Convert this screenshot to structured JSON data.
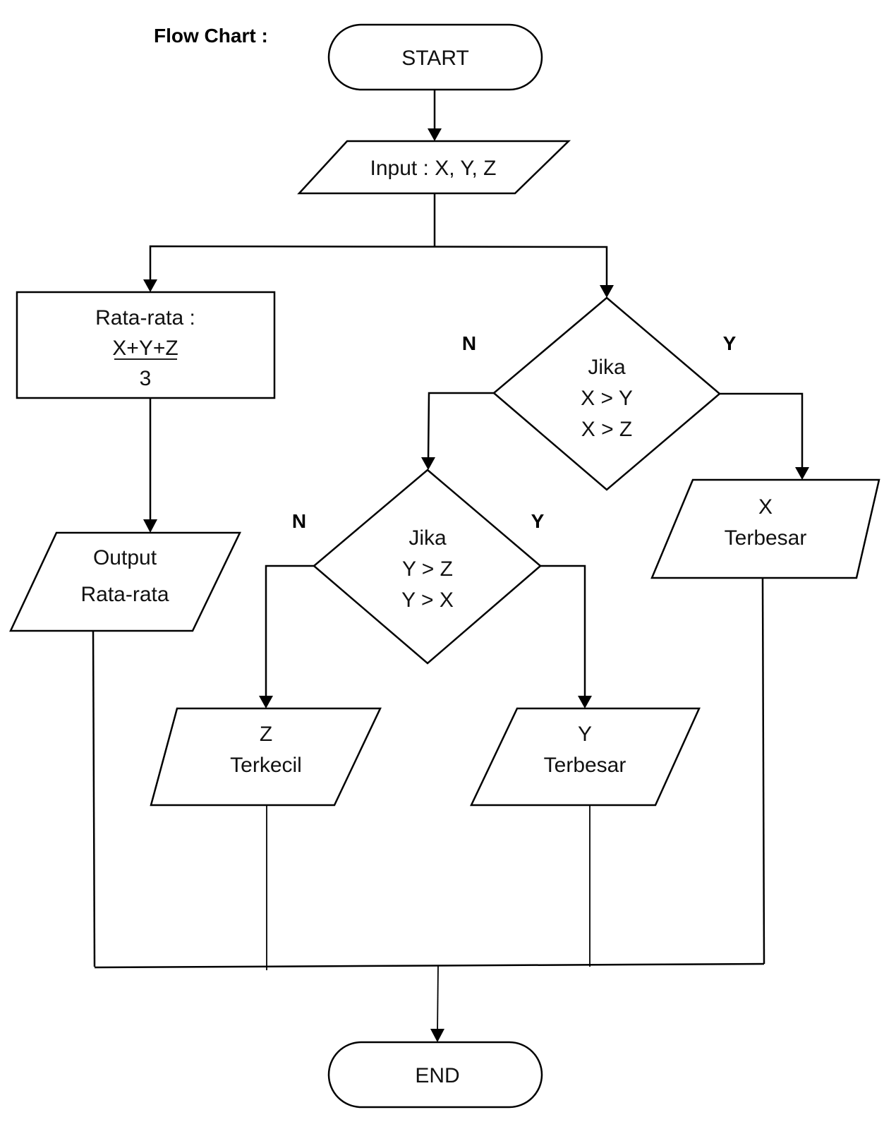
{
  "title": "Flow Chart :",
  "nodes": {
    "start": {
      "label": "START"
    },
    "input": {
      "label": "Input : X, Y, Z"
    },
    "average": {
      "label": "Rata-rata :",
      "numerator": "X+Y+Z",
      "denominator": "3"
    },
    "output_average": {
      "lines": [
        "Output",
        "Rata-rata"
      ]
    },
    "decision1": {
      "lines": [
        "Jika",
        "X > Y",
        "X > Z"
      ],
      "no_label": "N",
      "yes_label": "Y"
    },
    "decision2": {
      "lines": [
        "Jika",
        "Y > Z",
        "Y > X"
      ],
      "no_label": "N",
      "yes_label": "Y"
    },
    "x_largest": {
      "lines": [
        "X",
        "Terbesar"
      ]
    },
    "z_smallest": {
      "lines": [
        "Z",
        "Terkecil"
      ]
    },
    "y_largest": {
      "lines": [
        "Y",
        "Terbesar"
      ]
    },
    "end": {
      "label": "END"
    }
  },
  "colors": {
    "stroke": "#000000",
    "fill": "#ffffff",
    "text": "#111111"
  }
}
